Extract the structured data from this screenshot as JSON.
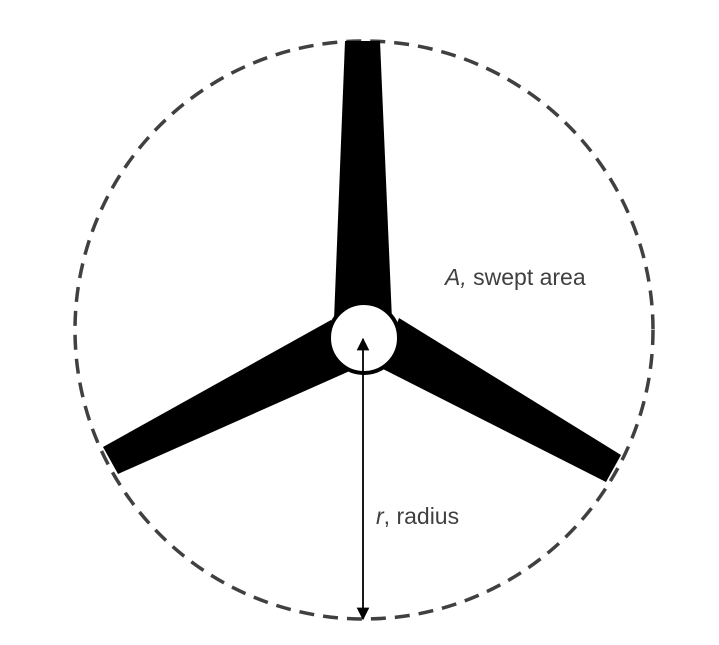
{
  "labels": {
    "area": {
      "symbol": "A,",
      "text": " swept area"
    },
    "radius": {
      "symbol": "r",
      "text": ", radius"
    }
  },
  "colors": {
    "blade": "#000000",
    "hub_fill": "#ffffff",
    "circle_stroke": "#404040",
    "arrow": "#000000",
    "text": "#404040"
  }
}
